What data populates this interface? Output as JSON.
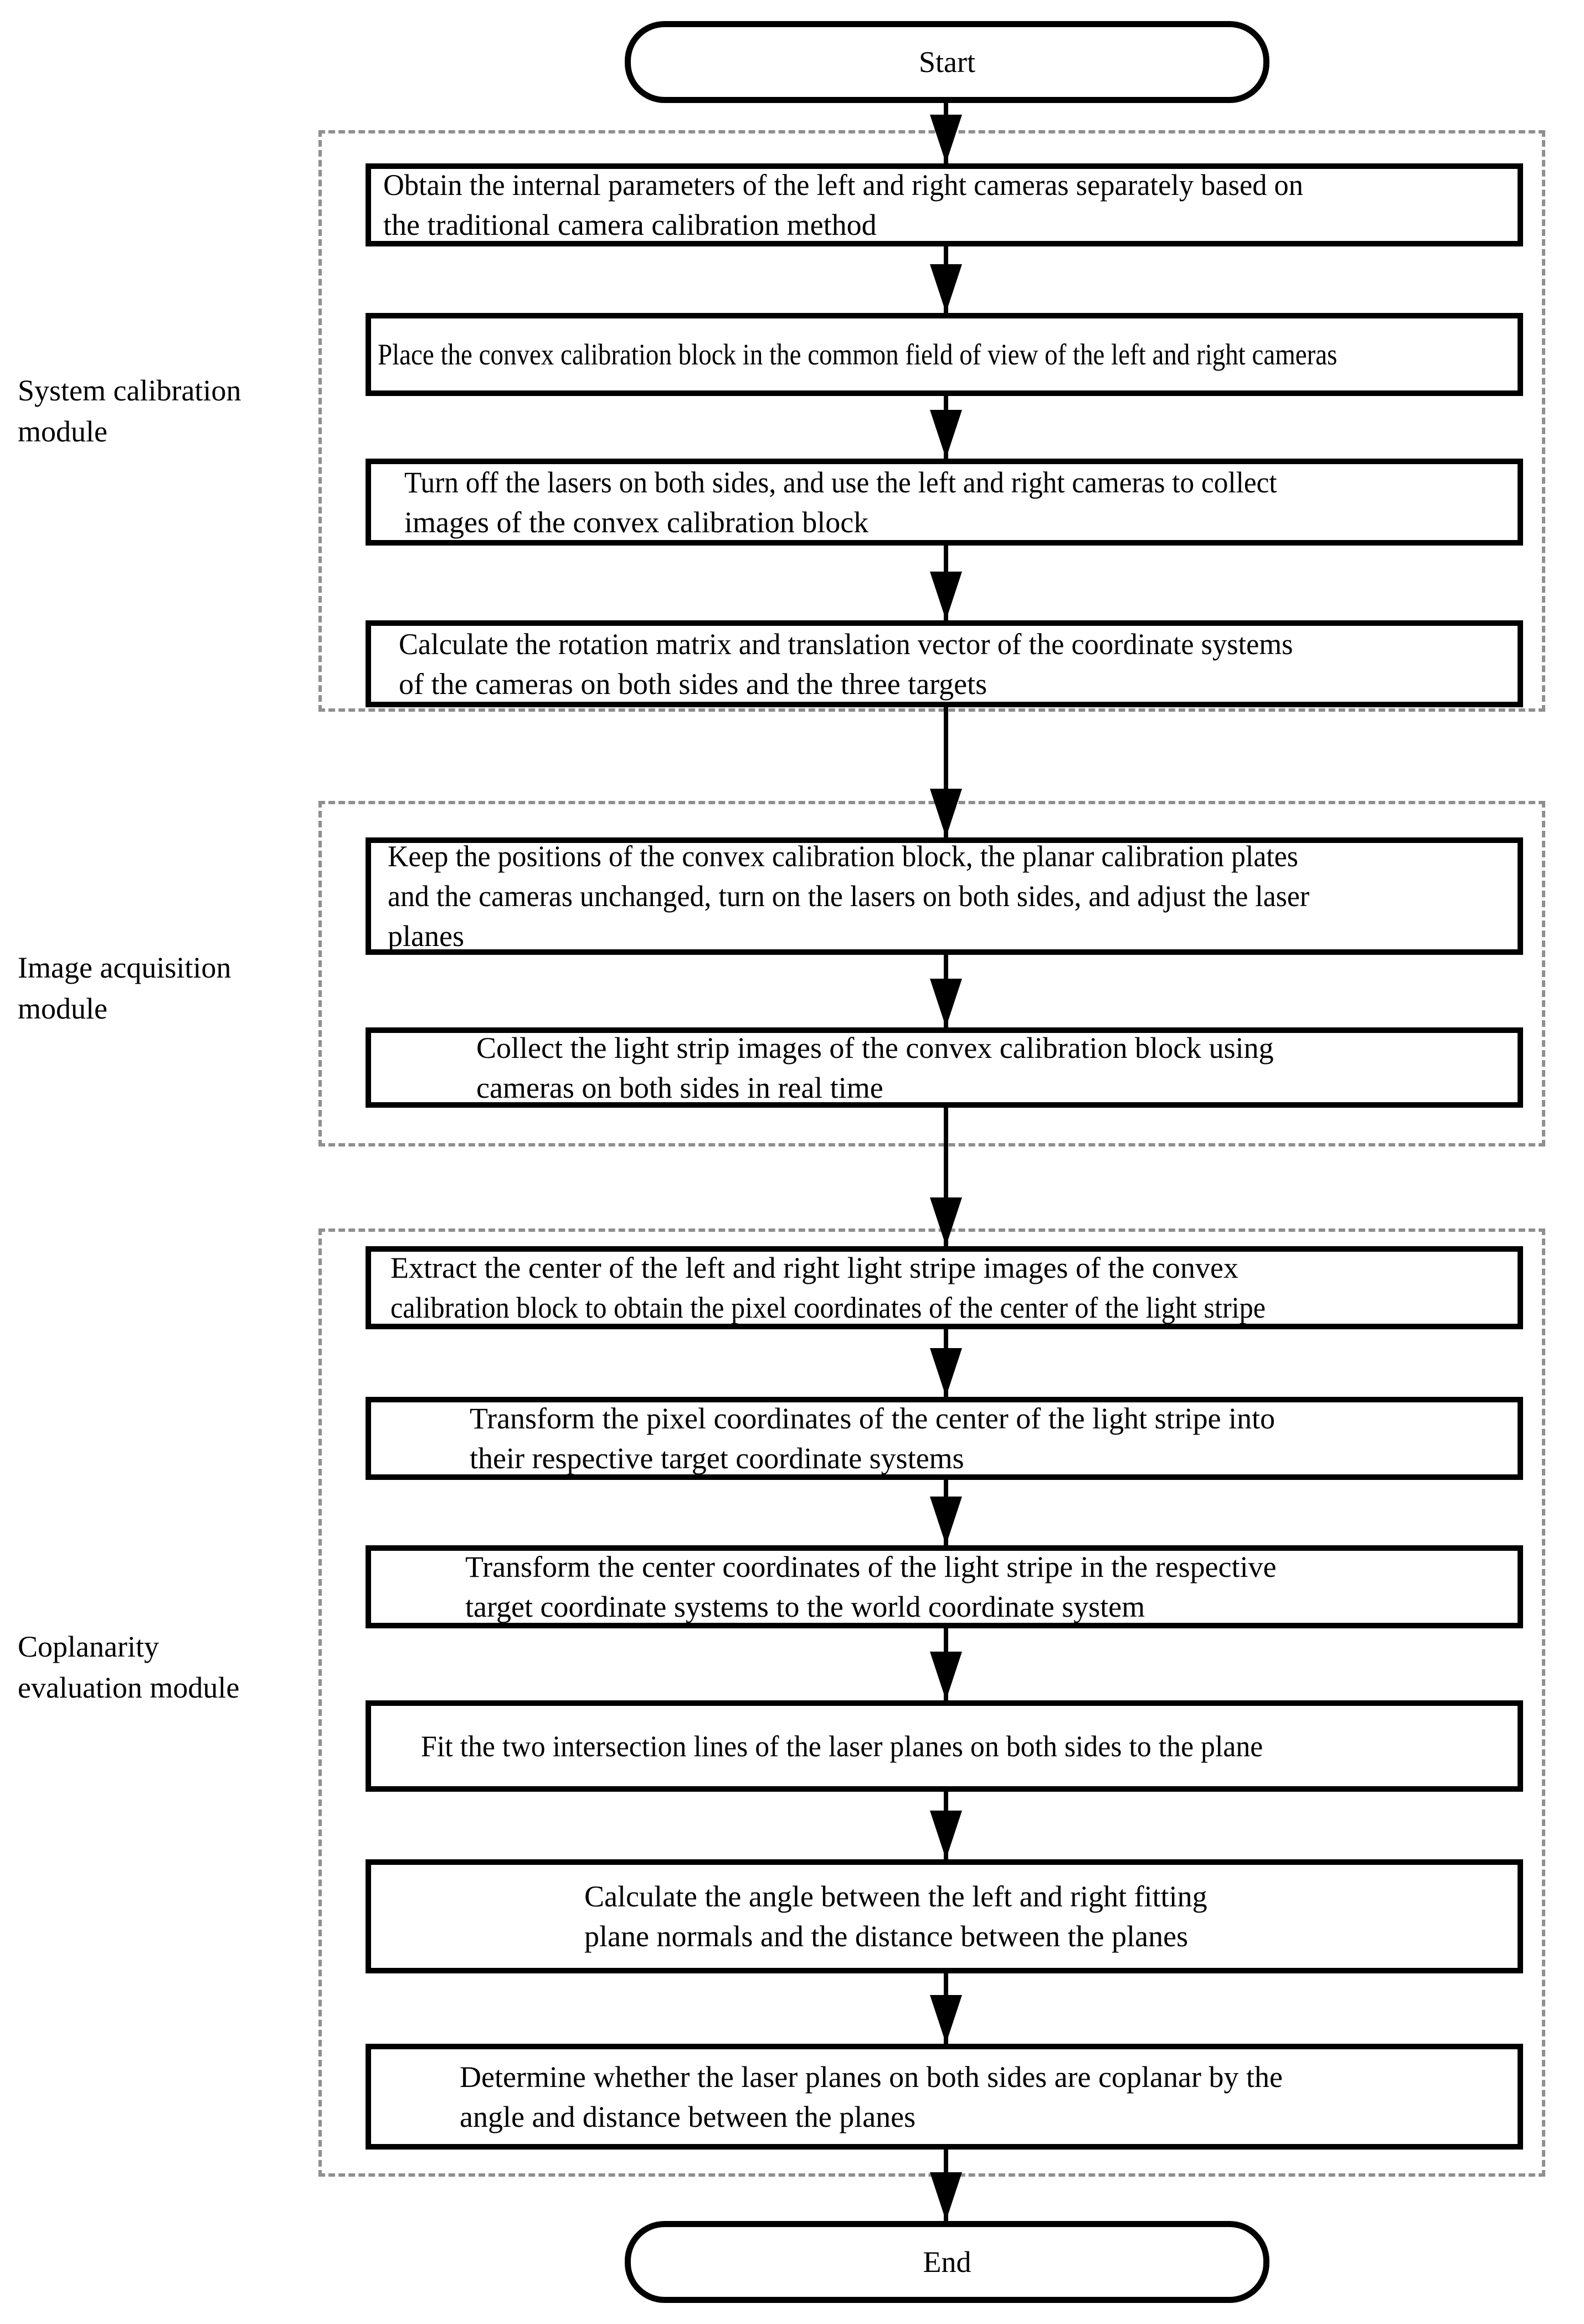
{
  "diagram": {
    "start_label": "Start",
    "end_label": "End",
    "colors": {
      "ink": "#000000",
      "module_border": "#8f8f8f",
      "background": "#ffffff"
    },
    "modules": [
      {
        "name": "System calibration module",
        "label_lines": [
          "System calibration",
          "module"
        ]
      },
      {
        "name": "Image acquisition module",
        "label_lines": [
          "Image acquisition",
          "module"
        ]
      },
      {
        "name": "Coplanarity evaluation module",
        "label_lines": [
          "Coplanarity",
          "evaluation module"
        ]
      }
    ],
    "boxes": [
      {
        "lines": [
          "Obtain the internal parameters of the left and right cameras separately based on",
          "the traditional camera calibration method"
        ]
      },
      {
        "lines": [
          "Place the convex calibration block in the common field of view of the left and right cameras"
        ]
      },
      {
        "lines": [
          "Turn off the lasers on both sides, and use the left and right cameras to collect",
          "images of the convex calibration block"
        ]
      },
      {
        "lines": [
          "Calculate the rotation matrix and translation vector of the coordinate systems",
          "of the cameras on both sides and the three targets"
        ]
      },
      {
        "lines": [
          "Keep the positions of the convex calibration block, the planar calibration plates",
          "and the cameras unchanged, turn on the lasers on both sides, and adjust the laser",
          "planes"
        ]
      },
      {
        "lines": [
          "Collect the light strip images of the convex calibration block using",
          "cameras on both sides in real time"
        ]
      },
      {
        "lines": [
          "Extract the center of the left and right light stripe images of the convex",
          "calibration block to obtain the pixel coordinates of the center of the light stripe"
        ]
      },
      {
        "lines": [
          "Transform the pixel coordinates of the center of the light stripe into",
          "their respective target coordinate systems"
        ]
      },
      {
        "lines": [
          "Transform the center coordinates of the light stripe in the respective",
          "target coordinate systems to the world coordinate system"
        ]
      },
      {
        "lines": [
          "Fit the two intersection lines of the laser planes on both sides to the plane"
        ]
      },
      {
        "lines": [
          "Calculate the angle between the left and right fitting",
          "plane normals and the distance between the planes"
        ]
      },
      {
        "lines": [
          "Determine whether the laser planes on both sides are coplanar by the",
          "angle and distance between the planes"
        ]
      }
    ]
  }
}
